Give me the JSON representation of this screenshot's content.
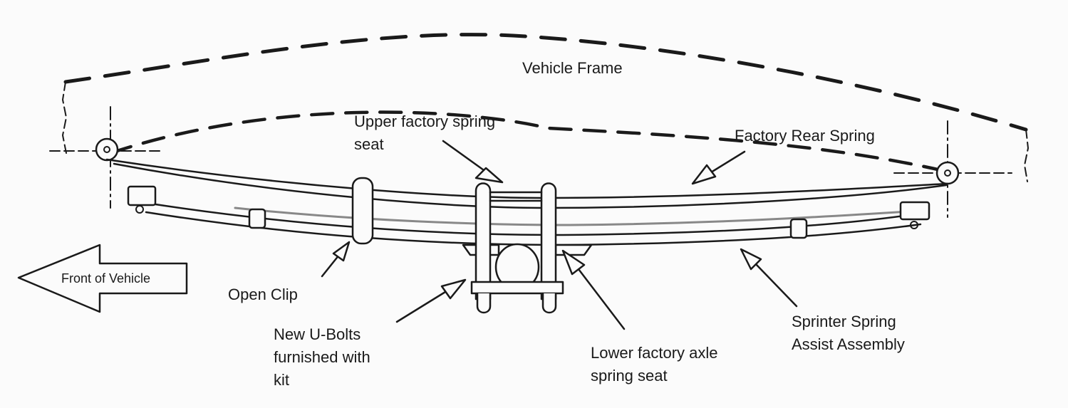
{
  "labels": {
    "vehicle_frame": "Vehicle Frame",
    "upper_seat": [
      "Upper factory spring",
      "seat"
    ],
    "factory_rear_spring": "Factory Rear Spring",
    "front_of_vehicle": "Front of Vehicle",
    "open_clip": "Open Clip",
    "new_ubolts": [
      "New U-Bolts",
      "furnished with",
      "kit"
    ],
    "lower_seat": [
      "Lower factory axle",
      "spring seat"
    ],
    "sprinter_assist": [
      "Sprinter Spring",
      "Assist Assembly"
    ]
  },
  "colors": {
    "ink": "#1a1a1a",
    "paper": "#fbfbfb"
  }
}
